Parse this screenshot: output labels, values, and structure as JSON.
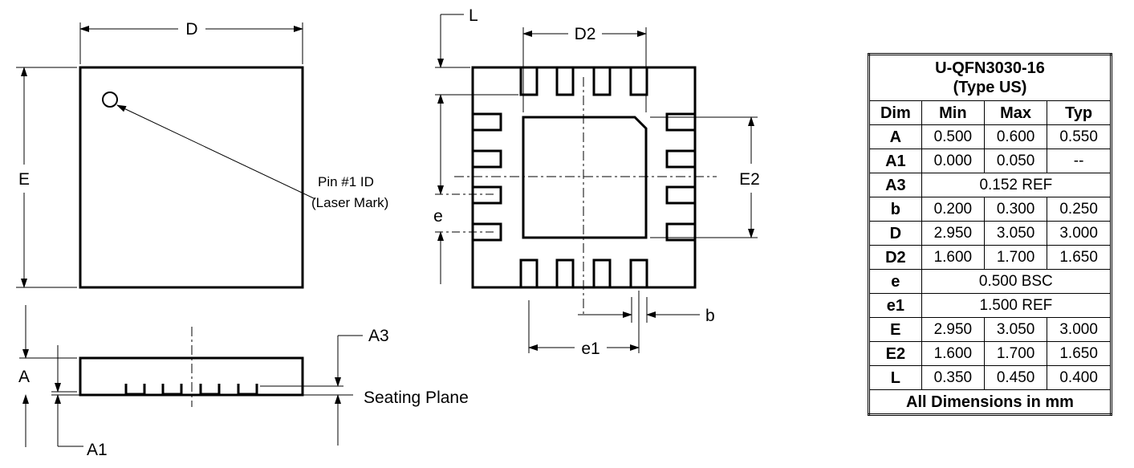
{
  "drawing": {
    "labels": {
      "D": "D",
      "E": "E",
      "pin_id_line1": "Pin #1 ID",
      "pin_id_line2": "(Laser Mark)",
      "L": "L",
      "D2": "D2",
      "E2": "E2",
      "e": "e",
      "e1": "e1",
      "b": "b",
      "A": "A",
      "A1": "A1",
      "A3": "A3",
      "seating_plane": "Seating Plane"
    }
  },
  "table": {
    "title_line1": "U-QFN3030-16",
    "title_line2": "(Type US)",
    "headers": [
      "Dim",
      "Min",
      "Max",
      "Typ"
    ],
    "rows": [
      {
        "dim": "A",
        "min": "0.500",
        "max": "0.600",
        "typ": "0.550"
      },
      {
        "dim": "A1",
        "min": "0.000",
        "max": "0.050",
        "typ": "--"
      },
      {
        "dim": "A3",
        "span": "0.152 REF"
      },
      {
        "dim": "b",
        "min": "0.200",
        "max": "0.300",
        "typ": "0.250"
      },
      {
        "dim": "D",
        "min": "2.950",
        "max": "3.050",
        "typ": "3.000"
      },
      {
        "dim": "D2",
        "min": "1.600",
        "max": "1.700",
        "typ": "1.650"
      },
      {
        "dim": "e",
        "span": "0.500 BSC"
      },
      {
        "dim": "e1",
        "span": "1.500 REF"
      },
      {
        "dim": "E",
        "min": "2.950",
        "max": "3.050",
        "typ": "3.000"
      },
      {
        "dim": "E2",
        "min": "1.600",
        "max": "1.700",
        "typ": "1.650"
      },
      {
        "dim": "L",
        "min": "0.350",
        "max": "0.450",
        "typ": "0.400"
      }
    ],
    "footer": "All Dimensions in mm"
  }
}
